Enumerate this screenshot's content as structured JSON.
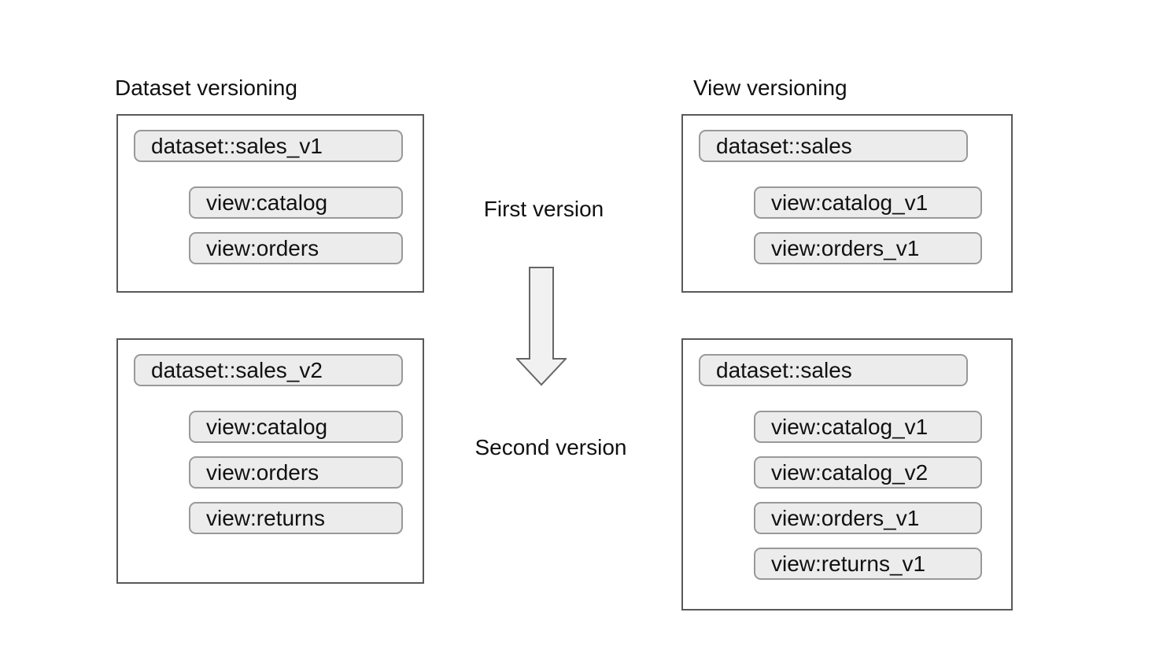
{
  "diagram": {
    "left_heading": "Dataset versioning",
    "right_heading": "View versioning",
    "first_version_label": "First version",
    "second_version_label": "Second version",
    "arrow_icon": "down-block-arrow",
    "panels": [
      {
        "key": "dataset-versioning-first",
        "dataset_label": "dataset::sales_v1",
        "view_labels": [
          "view:catalog",
          "view:orders"
        ]
      },
      {
        "key": "view-versioning-first",
        "dataset_label": "dataset::sales",
        "view_labels": [
          "view:catalog_v1",
          "view:orders_v1"
        ]
      },
      {
        "key": "dataset-versioning-second",
        "dataset_label": "dataset::sales_v2",
        "view_labels": [
          "view:catalog",
          "view:orders",
          "view:returns"
        ]
      },
      {
        "key": "view-versioning-second",
        "dataset_label": "dataset::sales",
        "view_labels": [
          "view:catalog_v1",
          "view:catalog_v2",
          "view:orders_v1",
          "view:returns_v1"
        ]
      }
    ],
    "colors": {
      "bg": "#ffffff",
      "box_border": "#595959",
      "pill_fill": "#ececec",
      "pill_border": "#999999",
      "arrow_fill": "#f1f1f1",
      "arrow_border": "#666666",
      "text": "#111111"
    }
  }
}
